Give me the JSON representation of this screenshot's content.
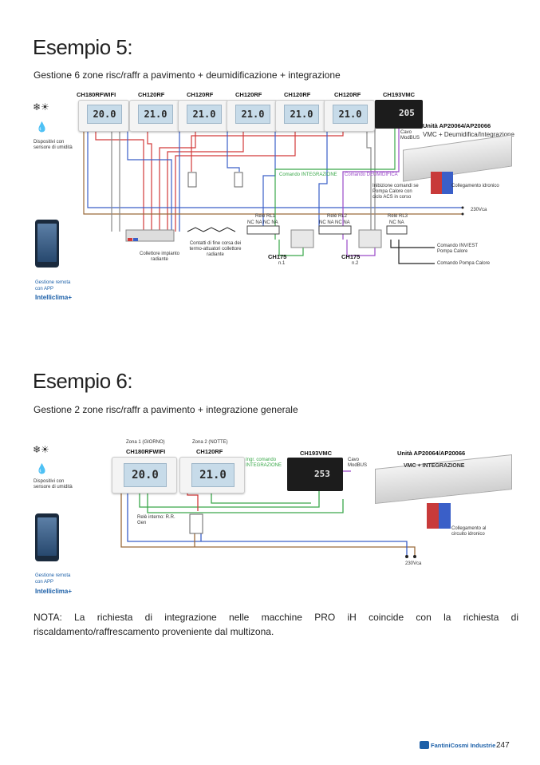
{
  "example5": {
    "title": "Esempio 5:",
    "subtitle": "Gestione 6 zone risc/raffr a pavimento + deumidificazione + integrazione",
    "devices": [
      "CH180RFWIFI",
      "CH120RF",
      "CH120RF",
      "CH120RF",
      "CH120RF",
      "CH120RF",
      "CH193VMC"
    ],
    "displays": [
      "20.0",
      "21.0",
      "21.0",
      "21.0",
      "21.0",
      "21.0",
      "205"
    ],
    "unit_title": "Unità AP20064/AP20066",
    "unit_desc": "VMC + Deumidifica/Integrazione",
    "humidity_label": "Dispositivi con sensore di umidità",
    "cavo_modbus": "Cavo ModBUS",
    "comando_integrazione": "Comando INTEGRAZIONE",
    "comando_deumidifica": "Comando DEUMIDIFICA",
    "inibizione": "Inibizione comandi se Pompa Calore con ciclo ACS in corso",
    "collegamento_idronico": "Collegamento idronico",
    "v230": "230Vca",
    "rele1": "Relè RL1",
    "rele1_contacts": "NC NA NC NA",
    "rele2": "Relè RL2",
    "rele2_contacts": "NC NA NC NA",
    "rele3": "Relè RL3",
    "rele3_contacts": "NC NA",
    "collettore": "Collettore impianto radiante",
    "contatti": "Contatti di fine corsa dei termo-attuatori collettore radiante",
    "ch175_1": "CH175",
    "n1": "n.1",
    "ch175_2": "CH175",
    "n2": "n.2",
    "comando_inv": "Comando INV/EST Pompa Calore",
    "comando_pompa": "Comando Pompa Calore",
    "app_label": "Gestione remota con APP",
    "app_name": "Intelliclima+"
  },
  "example6": {
    "title": "Esempio 6:",
    "subtitle": "Gestione 2 zone risc/raffr a pavimento + integrazione generale",
    "zona1": "Zona 1 (GIORNO)",
    "zona2": "Zona 2 (NOTTE)",
    "device1": "CH180RFWIFI",
    "device2": "CH120RF",
    "device3": "CH193VMC",
    "displays": [
      "20.0",
      "21.0",
      "253"
    ],
    "ingr_comando": "Ingr. comando INTEGRAZIONE",
    "cavo_modbus": "Cavo ModBUS",
    "unit_title": "Unità AP20064/AP20066",
    "unit_badge": "VMC + INTEGRAZIONE",
    "humidity_label": "Dispositivi con sensore di umidità",
    "rele_interno": "Relè interno: R.R. Gen",
    "collegamento": "Collegamento al circuito idronico",
    "v230": "230Vca",
    "app_label": "Gestione remota con APP",
    "app_name": "Intelliclima+"
  },
  "note": "NOTA: La richiesta di integrazione nelle macchine PRO iH coincide con la richiesta di riscaldamento/raffrescamento proveniente dal multizona.",
  "footer": {
    "brand": "FantiniCosmi Industrie",
    "page": "247"
  }
}
